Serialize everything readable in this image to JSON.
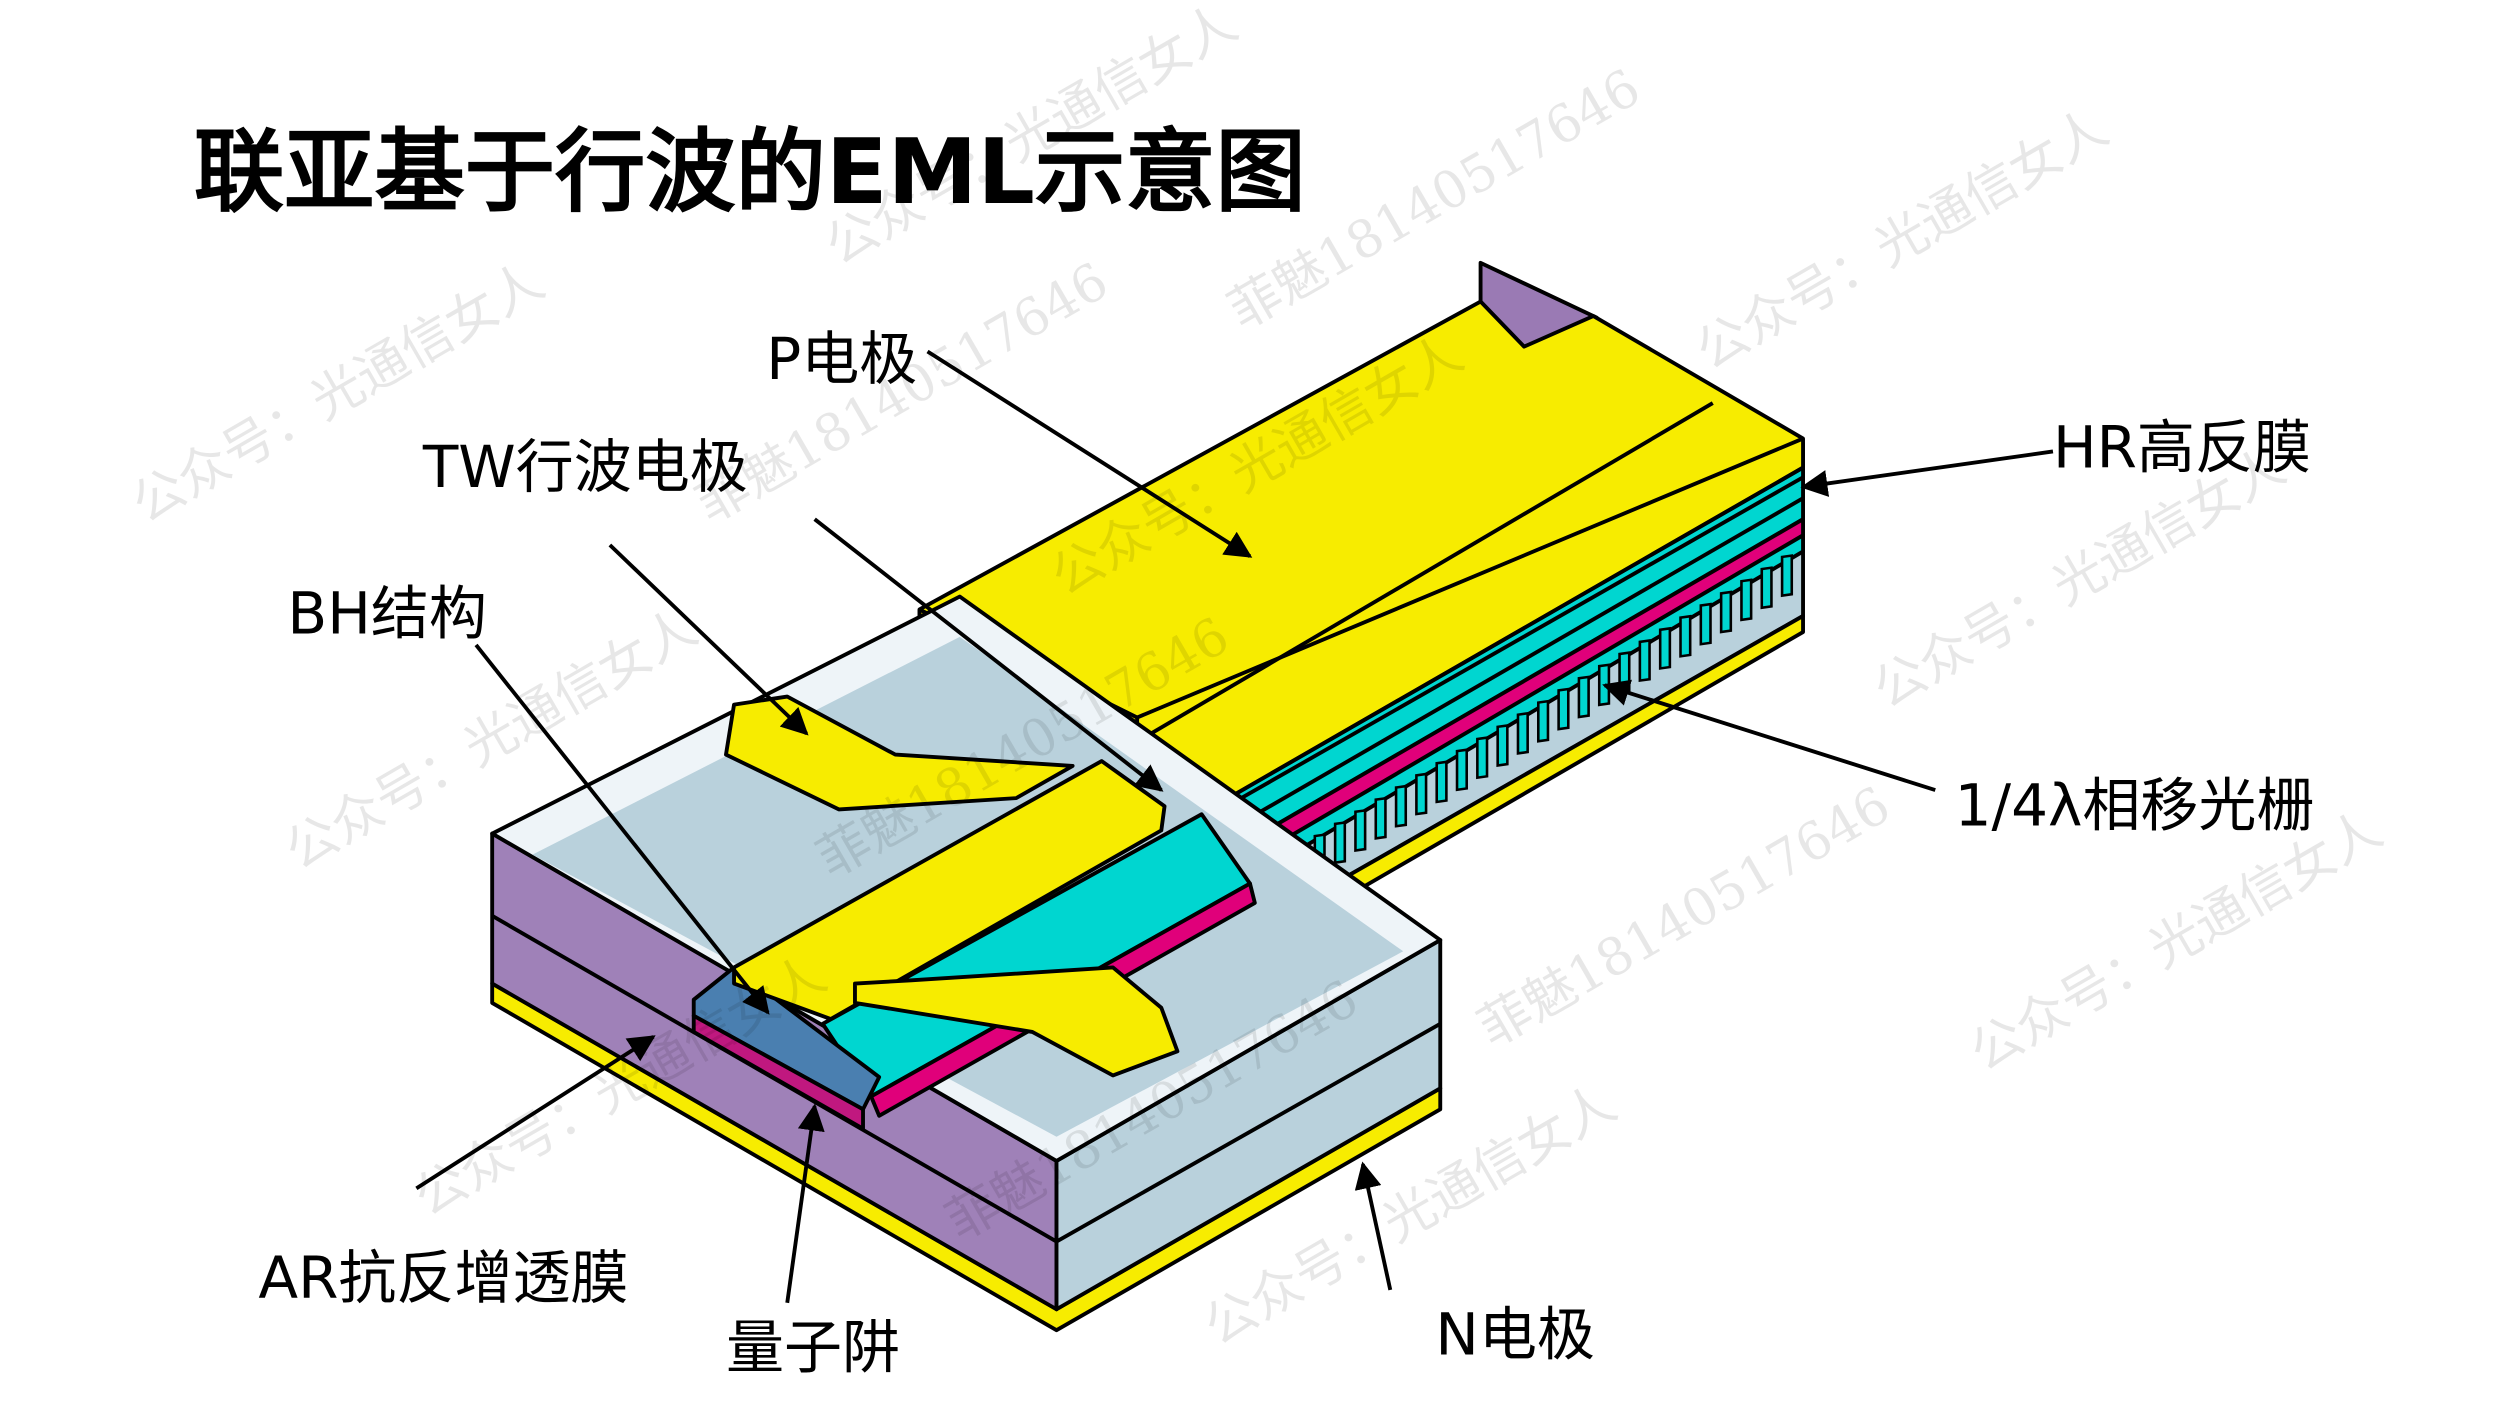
{
  "title": "联亚基于行波的EML示意图",
  "labels": {
    "p_electrode": "P电极",
    "tw_electrode": "TW行波电极",
    "bh_structure": "BH结构",
    "hr_coating": "HR高反膜",
    "grating": "1/4λ相移光栅",
    "ar_coating": "AR抗反增透膜",
    "quantum_well": "量子阱",
    "n_electrode": "N电极"
  },
  "watermarks": {
    "account": "公众号：光通信女人",
    "contact": "菲魅18140517646"
  },
  "colors": {
    "electrode": "#f7ec00",
    "waveguide": "#00d6d0",
    "active": "#e0007a",
    "substrate": "#b9d1dc",
    "purple": "#9a7ab4",
    "qw": "#4a7fb0"
  }
}
